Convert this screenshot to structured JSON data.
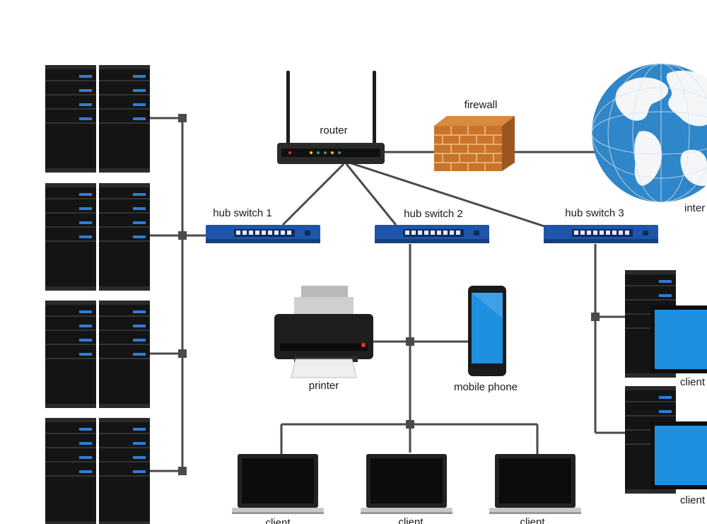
{
  "labels": {
    "router": "router",
    "firewall": "firewall",
    "internet": "inter",
    "hub_switch_1": "hub switch 1",
    "hub_switch_2": "hub switch 2",
    "hub_switch_3": "hub switch 3",
    "printer": "printer",
    "mobile_phone": "mobile phone",
    "client_right_top": "client",
    "client_right_bottom": "client",
    "client_laptop_1": "client",
    "client_laptop_2": "client",
    "client_laptop_3": "client"
  },
  "colors": {
    "server_body": "#141414",
    "server_led": "#2f7bd6",
    "cable": "#4a4a4a",
    "switch_body": "#1f55a8",
    "firewall_brick": "#c9742a",
    "globe_ocean": "#2f86c9",
    "screen_blue": "#1f8fe0"
  },
  "icons": [
    "server-rack-icon",
    "router-icon",
    "firewall-icon",
    "globe-icon",
    "switch-icon",
    "printer-icon",
    "mobile-phone-icon",
    "laptop-icon",
    "desktop-monitor-icon"
  ]
}
